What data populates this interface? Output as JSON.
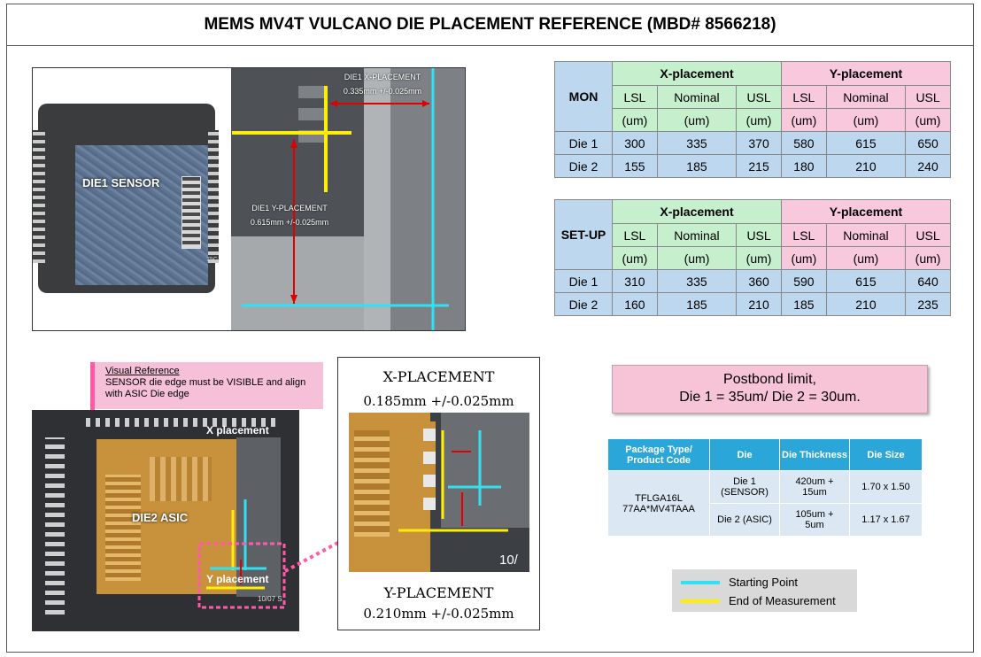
{
  "title": "MEMS MV4T VULCANO DIE PLACEMENT REFERENCE (MBD# 8566218)",
  "photo1": {
    "die1_label": "DIE1 SENSOR",
    "x_label_1": "DIE1 X-PLACEMENT",
    "x_label_2": "0.335mm +/-0.025mm",
    "y_label_1": "DIE1 Y-PLACEMENT",
    "y_label_2": "0.615mm +/-0.025mm",
    "corner_mark": "75C"
  },
  "mon_table": {
    "group_label": "MON",
    "x_header": "X-placement",
    "y_header": "Y-placement",
    "col_labels": [
      "LSL",
      "Nominal",
      "USL",
      "LSL",
      "Nominal",
      "USL"
    ],
    "units": [
      "(um)",
      "(um)",
      "(um)",
      "(um)",
      "(um)",
      "(um)"
    ],
    "rows": [
      {
        "label": "Die 1",
        "values": [
          "300",
          "335",
          "370",
          "580",
          "615",
          "650"
        ]
      },
      {
        "label": "Die 2",
        "values": [
          "155",
          "185",
          "215",
          "180",
          "210",
          "240"
        ]
      }
    ]
  },
  "setup_table": {
    "group_label": "SET-UP",
    "x_header": "X-placement",
    "y_header": "Y-placement",
    "col_labels": [
      "LSL",
      "Nominal",
      "USL",
      "LSL",
      "Nominal",
      "USL"
    ],
    "units": [
      "(um)",
      "(um)",
      "(um)",
      "(um)",
      "(um)",
      "(um)"
    ],
    "rows": [
      {
        "label": "Die 1",
        "values": [
          "310",
          "335",
          "360",
          "590",
          "615",
          "640"
        ]
      },
      {
        "label": "Die 2",
        "values": [
          "160",
          "185",
          "210",
          "185",
          "210",
          "235"
        ]
      }
    ]
  },
  "visual_reference": {
    "heading": "Visual Reference",
    "text": "SENSOR die edge must be VISIBLE and align with ASIC Die edge"
  },
  "photo2": {
    "x_label": "X placement",
    "y_label": "Y placement",
    "die2_label": "DIE2 ASIC",
    "corner_mark": "10/07 S"
  },
  "photo3": {
    "x_title": "X-PLACEMENT",
    "x_value": "0.185mm +/-0.025mm",
    "y_title": "Y-PLACEMENT",
    "y_value": "0.210mm +/-0.025mm",
    "corner_mark": "10/"
  },
  "postbond": {
    "line1": "Postbond limit,",
    "line2": "Die 1 =  35um/ Die 2 = 30um."
  },
  "package_table": {
    "headers": [
      "Package Type/ Product Code",
      "Die",
      "Die Thickness",
      "Die Size"
    ],
    "package_code_1": "TFLGA16L",
    "package_code_2": "77AA*MV4TAAA",
    "rows": [
      {
        "die": "Die 1 (SENSOR)",
        "thickness_1": "420um +",
        "thickness_2": "15um",
        "size": "1.70 x 1.50"
      },
      {
        "die": "Die 2 (ASIC)",
        "thickness_1": "105um +",
        "thickness_2": "5um",
        "size": "1.17 x 1.67"
      }
    ]
  },
  "legend": {
    "items": [
      {
        "label": "Starting Point",
        "color": "#33e0f0"
      },
      {
        "label": "End of Measurement",
        "color": "#ffee00"
      }
    ]
  },
  "colors": {
    "cyan": "#33e0f0",
    "yellow": "#ffee00",
    "red": "#e00000",
    "pink": "#ff5aa8"
  }
}
